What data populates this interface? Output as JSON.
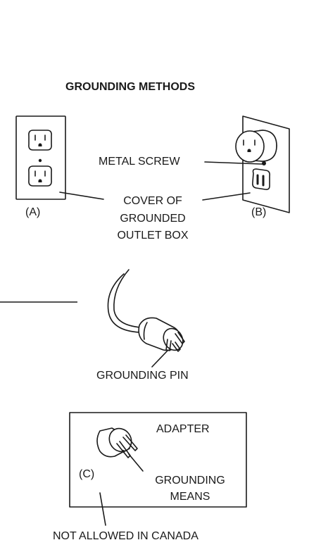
{
  "title": "GROUNDING METHODS",
  "labels": {
    "metal_screw": "METAL SCREW",
    "cover_line1": "COVER OF",
    "cover_line2": "GROUNDED",
    "cover_line3": "OUTLET BOX",
    "fig_a": "(A)",
    "fig_b": "(B)",
    "grounding_pin": "GROUNDING PIN",
    "adapter": "ADAPTER",
    "fig_c": "(C)",
    "grounding_means_line1": "GROUNDING",
    "grounding_means_line2": "MEANS",
    "not_allowed": "NOT ALLOWED IN CANADA"
  }
}
